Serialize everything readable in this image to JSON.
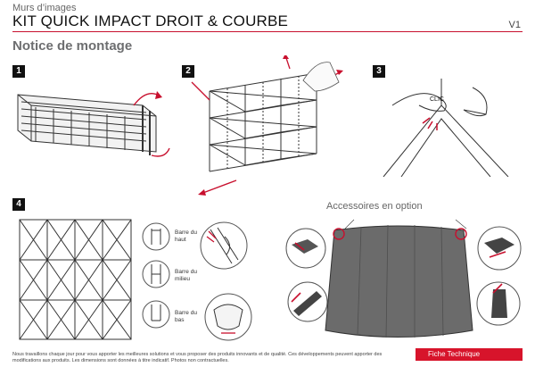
{
  "header": {
    "subtitle": "Murs d’images",
    "title": "KIT QUICK IMPACT DROIT & COURBE",
    "version": "V1"
  },
  "section_title": "Notice de montage",
  "steps": [
    {
      "number": "1"
    },
    {
      "number": "2"
    },
    {
      "number": "3"
    },
    {
      "number": "4"
    }
  ],
  "step3": {
    "click_label": "CLIC"
  },
  "step4": {
    "labels": [
      "Barre du haut",
      "Barre du milieu",
      "Barre du bas"
    ]
  },
  "accessories": {
    "title": "Accessoires en option"
  },
  "footer": {
    "disclaimer": "Nous travaillons chaque jour pour vous apporter les meilleures solutions et vous proposer des produits innovants et de qualité. Ces développements peuvent apporter des modifications aux produits. Les dimensions sont données à titre indicatif. Photos non contractuelles.",
    "badge": "Fiche Technique"
  },
  "colors": {
    "accent": "#c8102e",
    "badge": "#d7142b",
    "panel": "#6b6b6b"
  }
}
